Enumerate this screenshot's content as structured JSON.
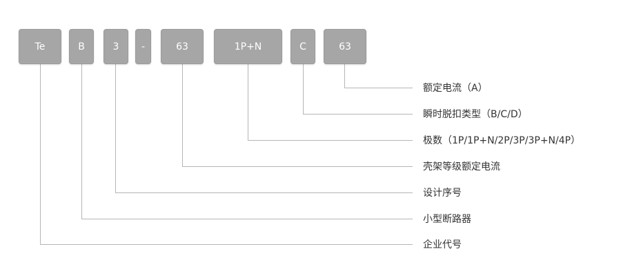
{
  "codes": [
    "Te",
    "B",
    "3",
    "-",
    "63",
    "1P+N",
    "C",
    "63"
  ],
  "descriptions": [
    "额定电流（A）",
    "瞬时脱扣类型（B/C/D）",
    "极数（1P/1P+N/2P/3P/3P+N/4P）",
    "壳架等级额定电流",
    "设计序号",
    "小型断路器",
    "企业代号"
  ],
  "colors": {
    "box_fill": "#a6a6a6",
    "box_text": "#ffffff",
    "line": "#b5b5b5",
    "label_text": "#333333"
  }
}
